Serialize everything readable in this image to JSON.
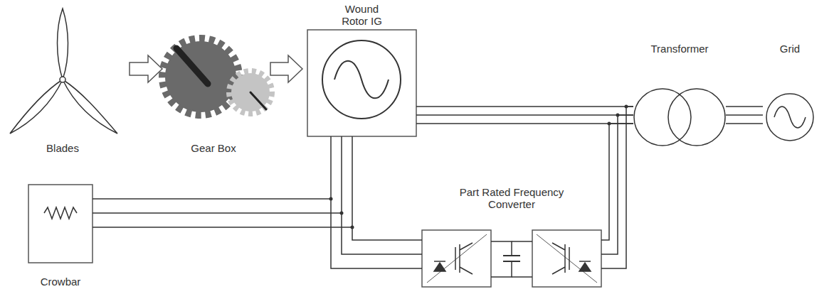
{
  "diagram": {
    "nodes": [
      {
        "text": [
          "Wound Rotor IG"
        ]
      },
      {
        "text": [
          "Crowbar"
        ]
      },
      {
        "text": [
          "Part Rated Frequency Converter"
        ]
      },
      {
        "text": [
          "Transformer"
        ]
      },
      {
        "text": [
          "Grid"
        ]
      }
    ],
    "edges": [
      {
        "from": 0,
        "to": 3,
        "arrow": "none"
      },
      {
        "from": 0,
        "to": 2,
        "arrow": "none"
      },
      {
        "from": 0,
        "to": 1,
        "arrow": "none"
      },
      {
        "from": 2,
        "to": 3,
        "arrow": "none"
      },
      {
        "from": 3,
        "to": 4,
        "arrow": "none"
      }
    ],
    "labels": [
      "Blades",
      "Gear Box"
    ]
  }
}
